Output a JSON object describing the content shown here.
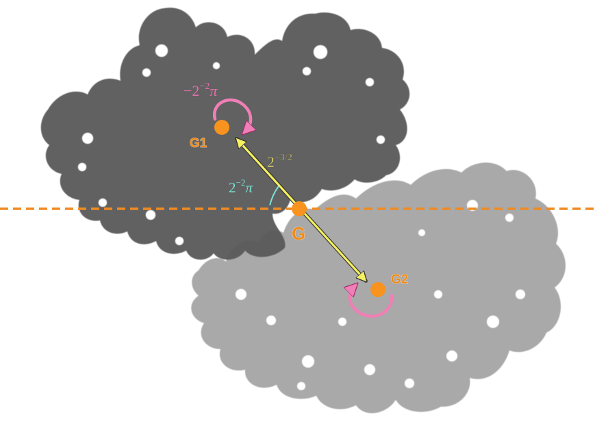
{
  "points": {
    "g": "G",
    "g1": "G1",
    "g2": "G2"
  },
  "labels": {
    "rotation": {
      "sign": "−2",
      "exponent": "−2",
      "symbol": "π"
    },
    "distance": {
      "base": "2",
      "exponent": "−3/2"
    },
    "angle": {
      "base": "2",
      "exponent": "−2",
      "symbol": "π"
    }
  },
  "colors": {
    "dark_copy": "#5a5a5a",
    "light_copy": "#a9a9a9",
    "point": "#f7931e",
    "axis": "#f08a22",
    "arrow": "#f5f060",
    "rotation": "#f07fb6",
    "angle": "#79e3d3",
    "distance_label": "#f0e86a"
  }
}
